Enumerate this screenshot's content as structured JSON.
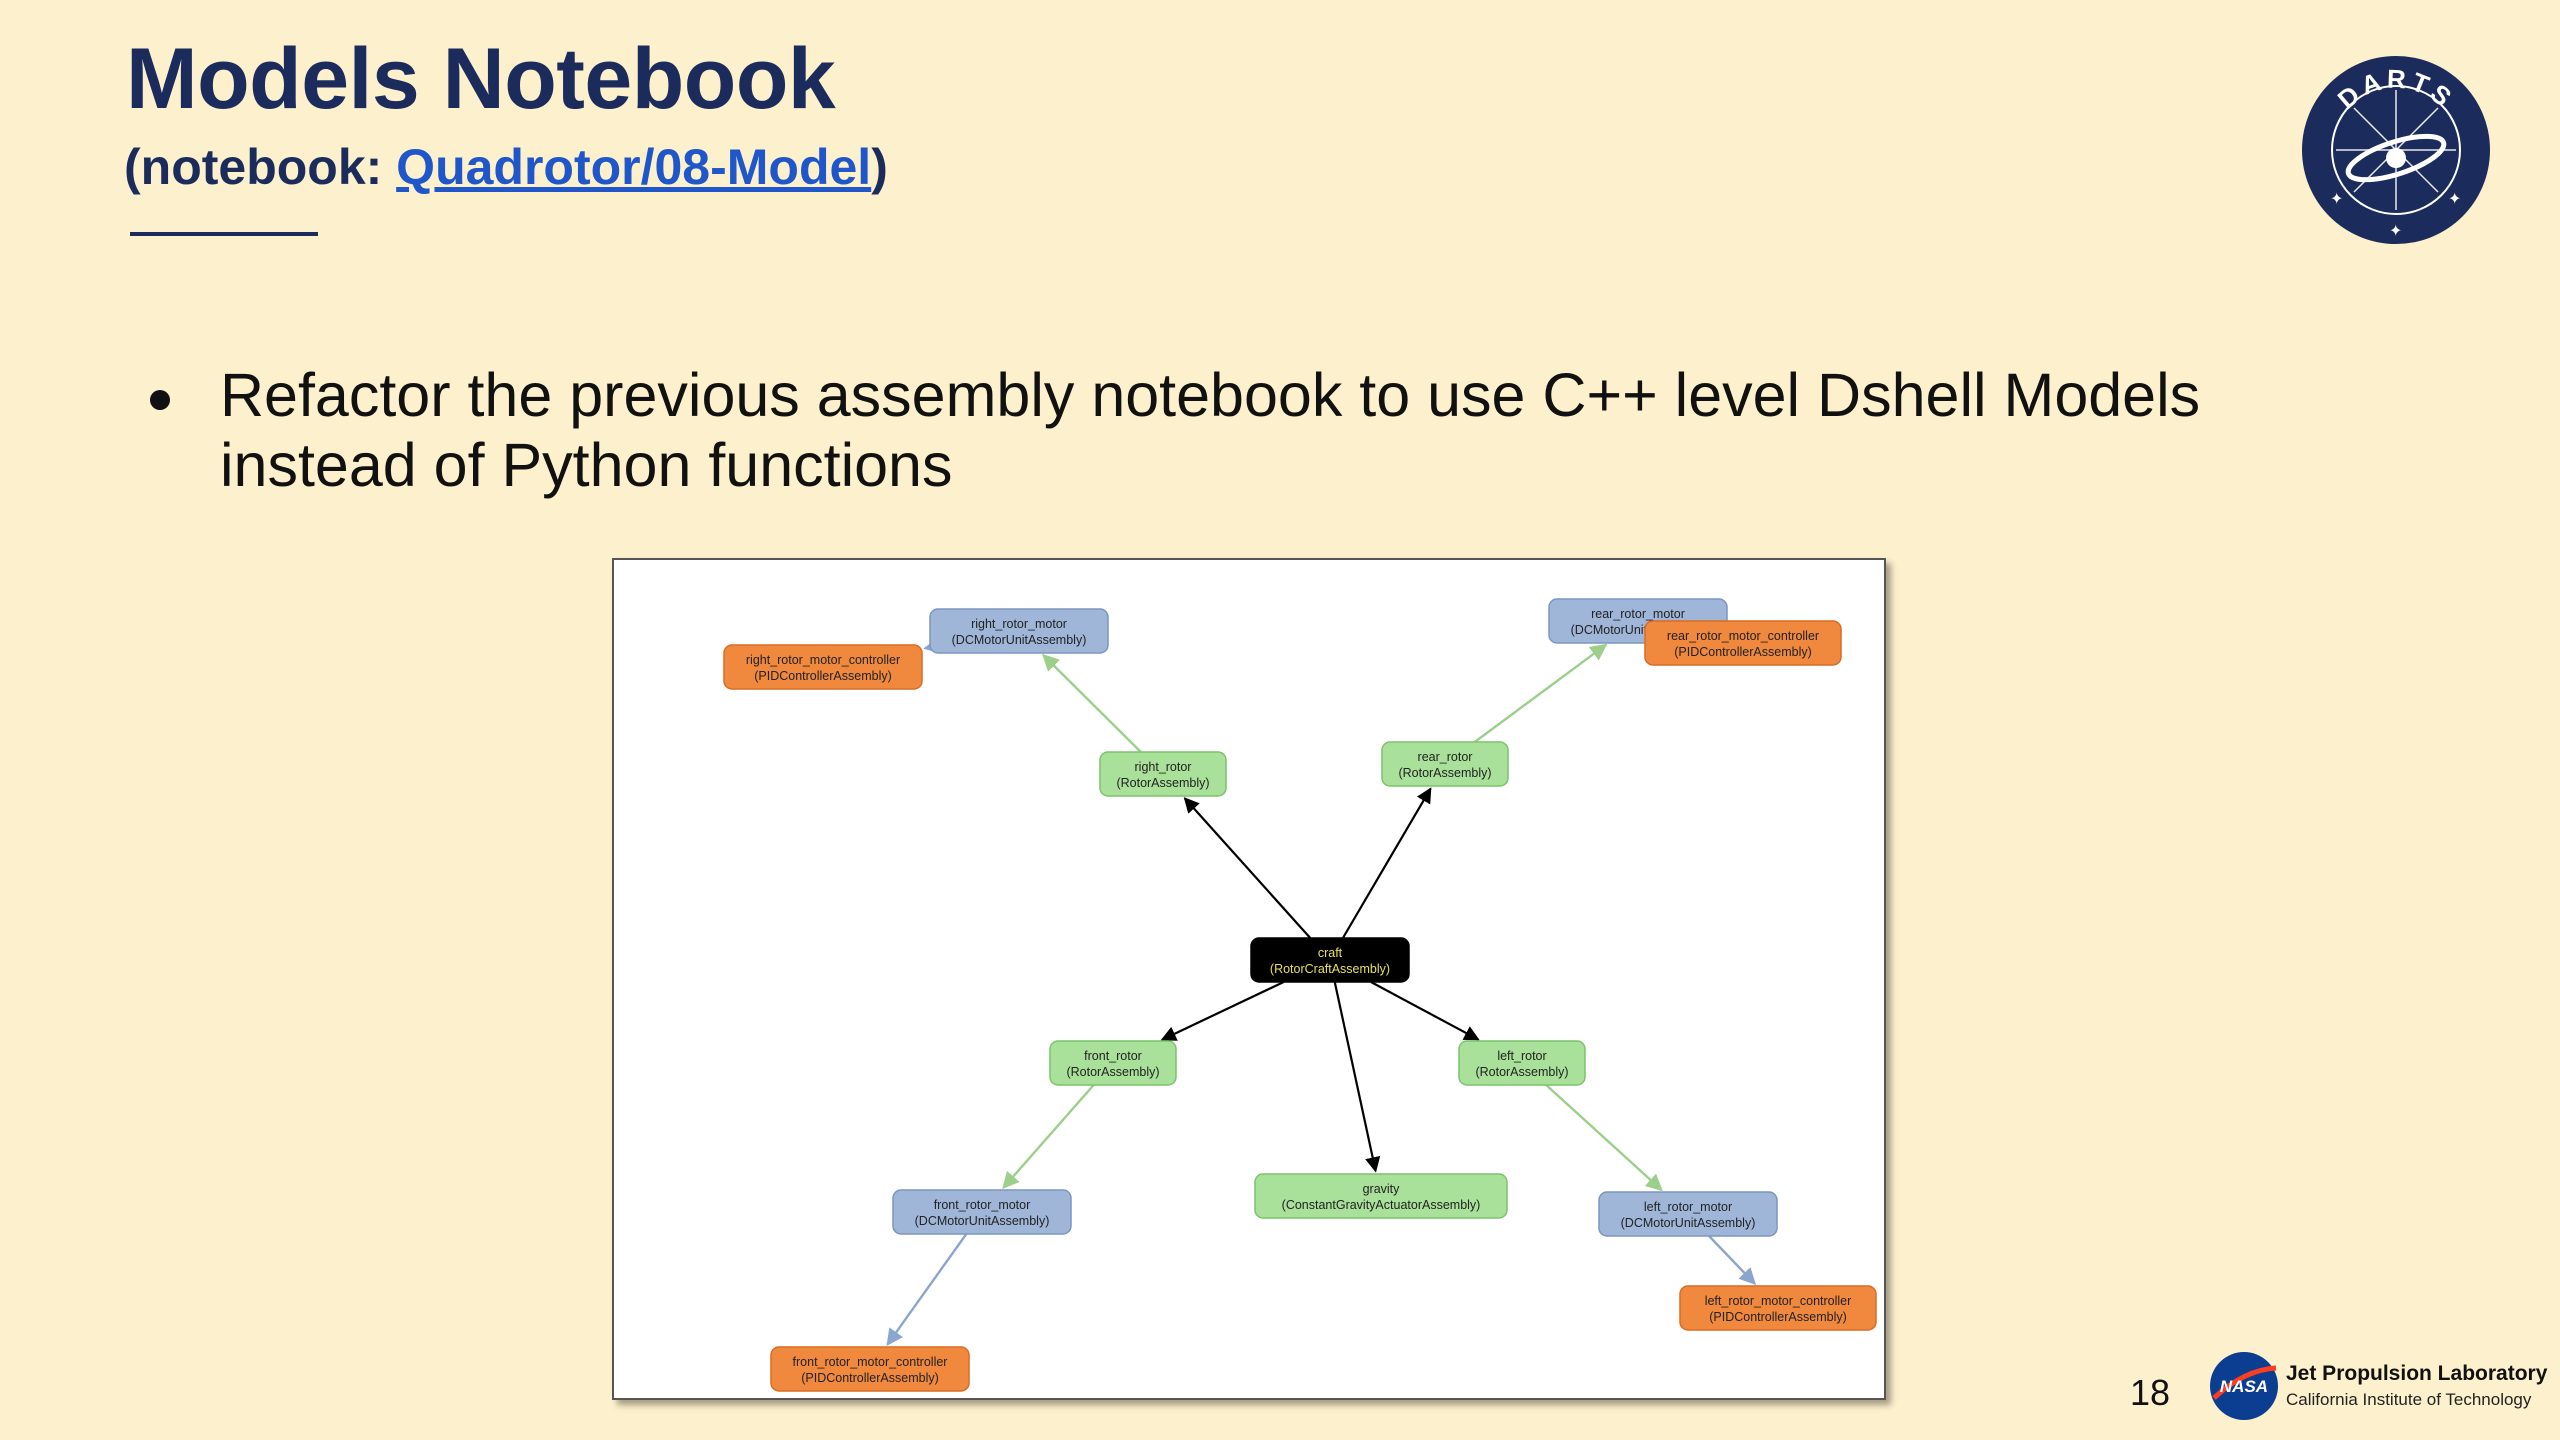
{
  "slide": {
    "title": "Models Notebook",
    "subtitle_prefix": "(notebook: ",
    "subtitle_link": "Quadrotor/08-Model",
    "subtitle_suffix": ")",
    "bullet": "Refactor the previous assembly notebook to use C++ level Dshell Models instead of Python functions",
    "page_number": "18",
    "logo_text": "DARTS",
    "footer_org": "Jet Propulsion Laboratory",
    "footer_sub": "California Institute of Technology",
    "nasa_text": "NASA"
  },
  "colors": {
    "background": "#fdf0cc",
    "title": "#1b2c5c",
    "link": "#1f56c9",
    "node_blue": "#9fb6d8",
    "node_green": "#a9e09a",
    "node_orange": "#f0883e",
    "node_black": "#000000",
    "edge_green": "#9bcf8a",
    "edge_blue": "#8aa6cf",
    "edge_black": "#000000"
  },
  "diagram": {
    "nodes": [
      {
        "id": "craft",
        "name": "craft",
        "type": "(RotorCraftAssembly)",
        "kind": "black"
      },
      {
        "id": "right_rotor",
        "name": "right_rotor",
        "type": "(RotorAssembly)",
        "kind": "green"
      },
      {
        "id": "rear_rotor",
        "name": "rear_rotor",
        "type": "(RotorAssembly)",
        "kind": "green"
      },
      {
        "id": "front_rotor",
        "name": "front_rotor",
        "type": "(RotorAssembly)",
        "kind": "green"
      },
      {
        "id": "left_rotor",
        "name": "left_rotor",
        "type": "(RotorAssembly)",
        "kind": "green"
      },
      {
        "id": "gravity",
        "name": "gravity",
        "type": "(ConstantGravityActuatorAssembly)",
        "kind": "green"
      },
      {
        "id": "right_rotor_motor",
        "name": "right_rotor_motor",
        "type": "(DCMotorUnitAssembly)",
        "kind": "blue"
      },
      {
        "id": "rear_rotor_motor",
        "name": "rear_rotor_motor",
        "type": "(DCMotorUnitAssembly)",
        "kind": "blue"
      },
      {
        "id": "front_rotor_motor",
        "name": "front_rotor_motor",
        "type": "(DCMotorUnitAssembly)",
        "kind": "blue"
      },
      {
        "id": "left_rotor_motor",
        "name": "left_rotor_motor",
        "type": "(DCMotorUnitAssembly)",
        "kind": "blue"
      },
      {
        "id": "right_rotor_motor_controller",
        "name": "right_rotor_motor_controller",
        "type": "(PIDControllerAssembly)",
        "kind": "orange"
      },
      {
        "id": "rear_rotor_motor_controller",
        "name": "rear_rotor_motor_controller",
        "type": "(PIDControllerAssembly)",
        "kind": "orange"
      },
      {
        "id": "front_rotor_motor_controller",
        "name": "front_rotor_motor_controller",
        "type": "(PIDControllerAssembly)",
        "kind": "orange"
      },
      {
        "id": "left_rotor_motor_controller",
        "name": "left_rotor_motor_controller",
        "type": "(PIDControllerAssembly)",
        "kind": "orange"
      }
    ],
    "edges": [
      {
        "from": "craft",
        "to": "right_rotor",
        "kind": "black"
      },
      {
        "from": "craft",
        "to": "rear_rotor",
        "kind": "black"
      },
      {
        "from": "craft",
        "to": "front_rotor",
        "kind": "black"
      },
      {
        "from": "craft",
        "to": "left_rotor",
        "kind": "black"
      },
      {
        "from": "craft",
        "to": "gravity",
        "kind": "black"
      },
      {
        "from": "right_rotor",
        "to": "right_rotor_motor",
        "kind": "green"
      },
      {
        "from": "rear_rotor",
        "to": "rear_rotor_motor",
        "kind": "green"
      },
      {
        "from": "front_rotor",
        "to": "front_rotor_motor",
        "kind": "green"
      },
      {
        "from": "left_rotor",
        "to": "left_rotor_motor",
        "kind": "green"
      },
      {
        "from": "right_rotor_motor",
        "to": "right_rotor_motor_controller",
        "kind": "blue"
      },
      {
        "from": "rear_rotor_motor",
        "to": "rear_rotor_motor_controller",
        "kind": "blue"
      },
      {
        "from": "front_rotor_motor",
        "to": "front_rotor_motor_controller",
        "kind": "blue"
      },
      {
        "from": "left_rotor_motor",
        "to": "left_rotor_motor_controller",
        "kind": "blue"
      }
    ]
  }
}
